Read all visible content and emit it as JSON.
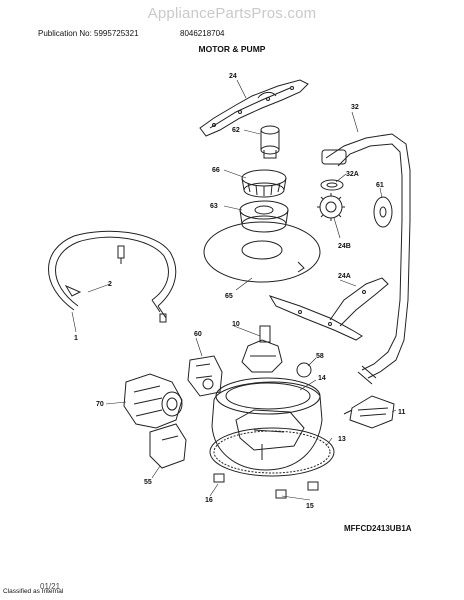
{
  "watermark": "AppliancePartsPros.com",
  "header": {
    "publication": "Publication No: 5995725321",
    "part_number": "8046218704",
    "title": "MOTOR & PUMP"
  },
  "model_code": "MFFCD2413UB1A",
  "footer": {
    "classification": "Classified as Internal",
    "page_code": "01/21"
  },
  "callouts": [
    "24",
    "32",
    "62",
    "66",
    "32A",
    "61",
    "63",
    "24B",
    "2",
    "65",
    "24A",
    "1",
    "60",
    "10",
    "58",
    "70",
    "14",
    "11",
    "13",
    "55",
    "16",
    "15"
  ]
}
